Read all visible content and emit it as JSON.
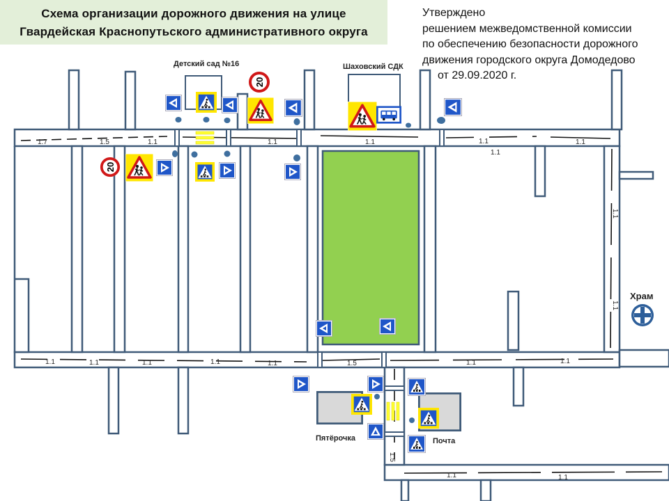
{
  "title": {
    "line1": "Схема организации дорожного  движения на улице",
    "line2": "Гвардейская Краснопутьского  административного  округа"
  },
  "approval": {
    "line1": "Утверждено",
    "line2": "решением межведомственной комиссии",
    "line3": "по обеспечению безопасности дорожного",
    "line4": "движения городского округа  Домодедово",
    "line5": "от 29.09.2020 г."
  },
  "places": {
    "kindergarten": "Детский сад №16",
    "culture_house": "Шаховский  СДК",
    "temple": "Храм",
    "store": "Пятёрочка",
    "post": "Почта"
  },
  "markings": {
    "m1_1": "1.1",
    "m1_5": "1.5",
    "m1_7": "1.7"
  },
  "signs": {
    "speed_limit": "20",
    "children_sign": "children-warning-icon",
    "crosswalk_sign": "pedestrian-crossing-icon",
    "bus_stop_sign": "bus-stop-icon",
    "one_way_sign": "one-way-arrow-icon"
  },
  "colors": {
    "road_edge": "#3f5a78",
    "park": "#92d050",
    "sign_blue": "#1f56c8",
    "warning_yellow": "#ffe600",
    "speed_red": "#d01818",
    "crosswalk_yellow": "#ffff33",
    "title_bg": "#e3efd9",
    "temple_blue": "#2e5f9a"
  }
}
